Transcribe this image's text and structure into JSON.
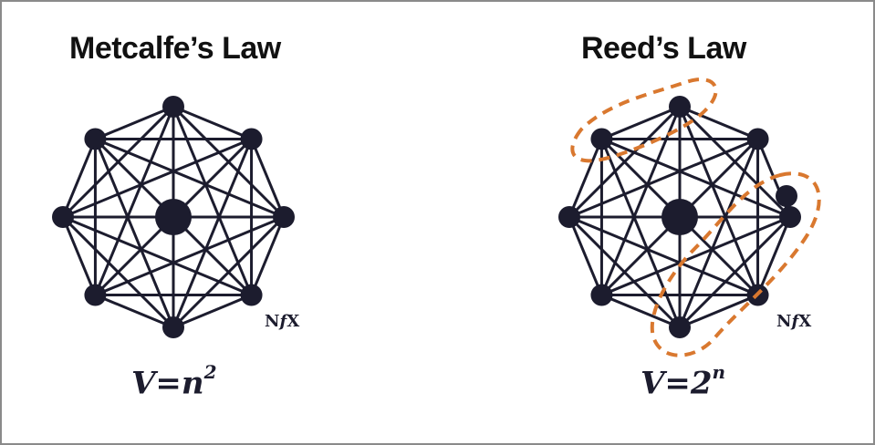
{
  "left": {
    "title": "Metcalfe’s Law",
    "formula_base": "V=n",
    "formula_exp": "2",
    "logo_n": "N",
    "logo_f": "f",
    "logo_x": "X"
  },
  "right": {
    "title": "Reed’s Law",
    "formula_base": "V=2",
    "formula_exp": "n",
    "logo_n": "N",
    "logo_f": "f",
    "logo_x": "X"
  },
  "colors": {
    "node": "#1c1c2e",
    "edge": "#1c1c2e",
    "group_outline_orange": "#d9782f",
    "group_outline_red": "#e03b2a"
  }
}
